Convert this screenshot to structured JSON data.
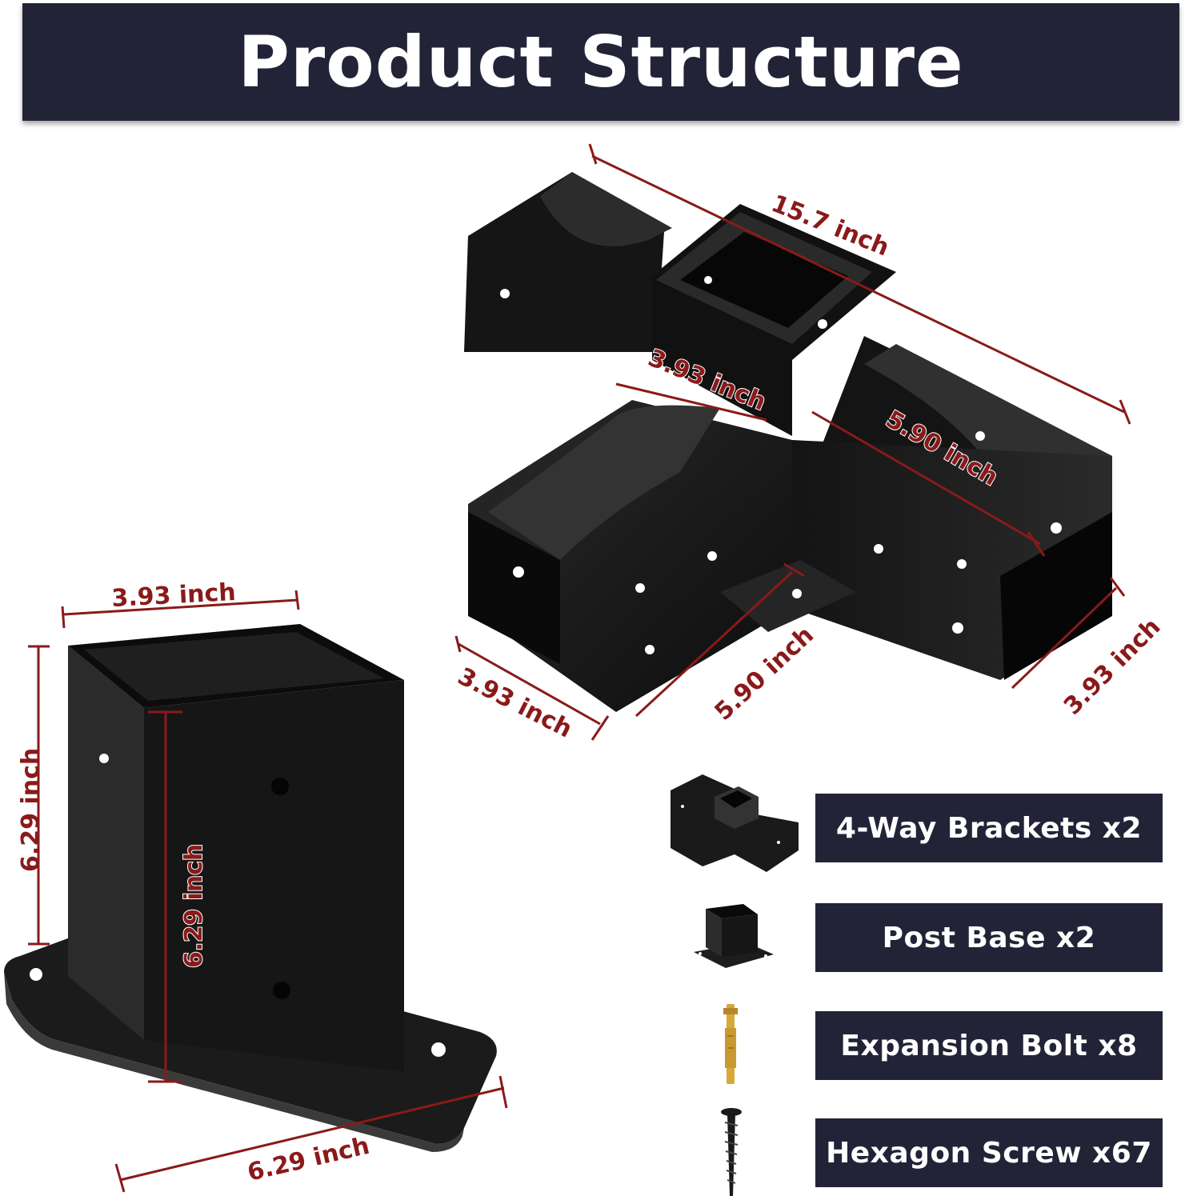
{
  "header": {
    "title": "Product Structure"
  },
  "dimensions": {
    "bracket_length": "15.7 inch",
    "bracket_center_width": "3.93 inch",
    "bracket_arm_right": "5.90 inch",
    "bracket_arm_front": "5.90 inch",
    "bracket_end_left": "3.93 inch",
    "bracket_end_right": "3.93 inch",
    "base_top_width": "3.93 inch",
    "base_outer_height": "6.29 inch",
    "base_inner_height": "6.29 inch",
    "base_plate_width": "6.29 inch"
  },
  "package_items": [
    {
      "label": "4-Way Brackets x2",
      "icon": "four-way-bracket-icon"
    },
    {
      "label": "Post Base x2",
      "icon": "post-base-icon"
    },
    {
      "label": "Expansion Bolt x8",
      "icon": "expansion-bolt-icon"
    },
    {
      "label": "Hexagon Screw x67",
      "icon": "hexagon-screw-icon"
    }
  ],
  "colors": {
    "banner": "#232338",
    "dimension": "#8a1a1a",
    "metal": "#1a1a1a"
  }
}
